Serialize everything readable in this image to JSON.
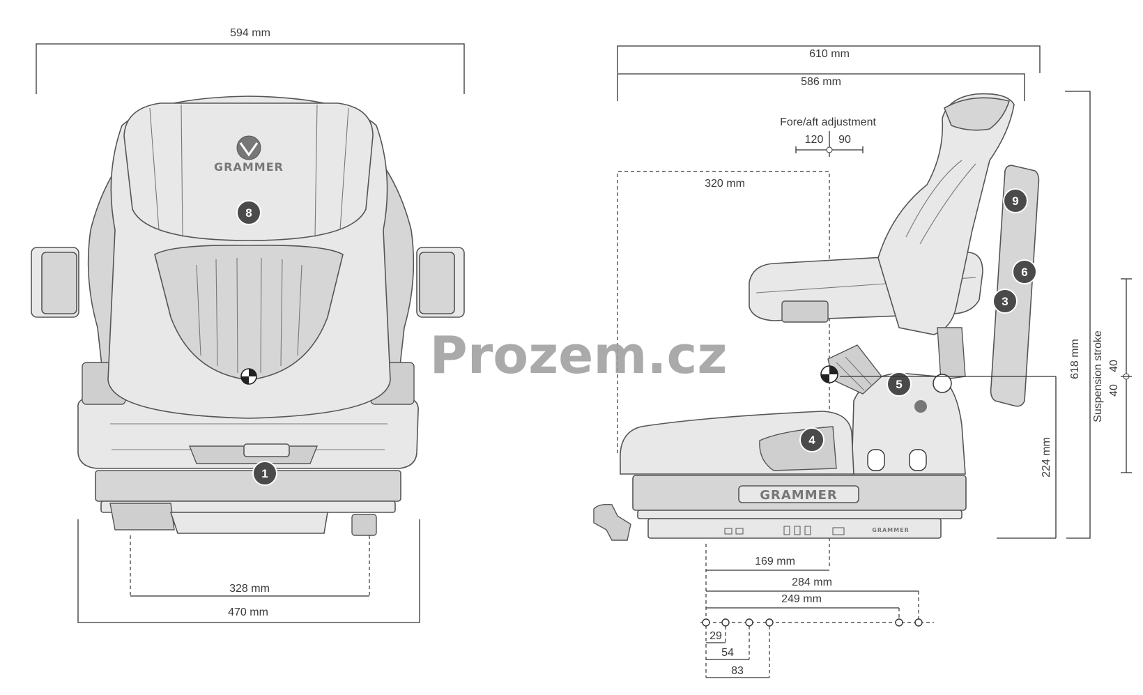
{
  "front_view": {
    "width_top": "594 mm",
    "width_bottom": "470 mm",
    "rail_spacing": "328 mm",
    "brand_label": "GRAMMER",
    "badge_backrest": "8",
    "badge_bottom": "1"
  },
  "side_view": {
    "width_outer": "610 mm",
    "width_inner": "586 mm",
    "fore_aft_title": "Fore/aft adjustment",
    "fore_aft_back": "120",
    "fore_aft_front": "90",
    "sip_distance": "320 mm",
    "height_total": "618 mm",
    "height_sip": "224 mm",
    "suspension_label": "Suspension stroke",
    "suspension_up": "40",
    "suspension_down": "40",
    "base_dim_1": "169 mm",
    "base_dim_2": "284 mm",
    "base_dim_3": "249 mm",
    "hole_dim_1": "29",
    "hole_dim_2": "54",
    "hole_dim_3": "83",
    "brand_label": "GRAMMER",
    "brand_small": "GRAMMER",
    "badges": {
      "b9": "9",
      "b6": "6",
      "b3": "3",
      "b5": "5",
      "b4": "4"
    }
  },
  "watermark": "Prozem.cz",
  "colors": {
    "line": "#333333",
    "fill": "#e8e8e8",
    "badge": "#4a4a4a",
    "watermark": "#9c9c9c"
  }
}
